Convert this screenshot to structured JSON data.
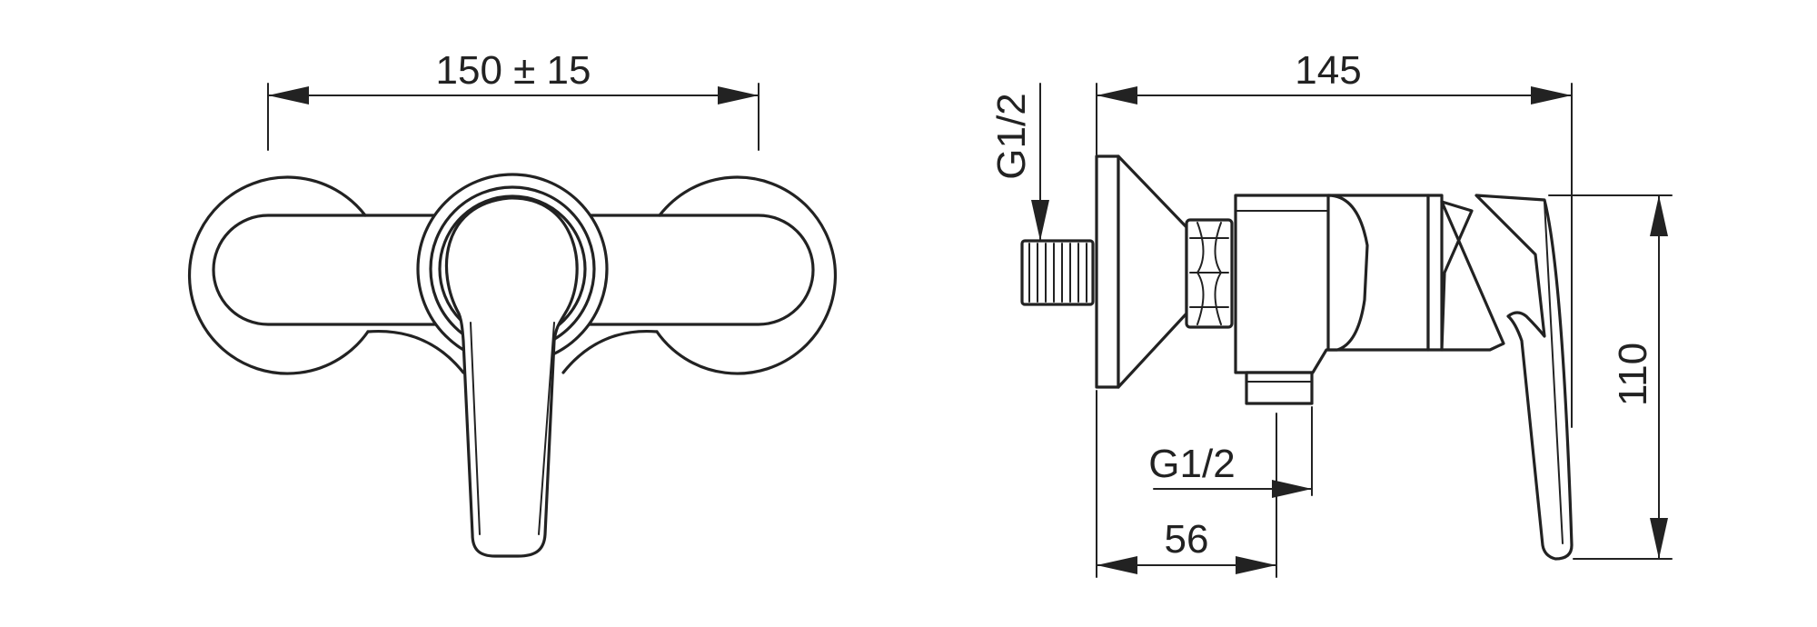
{
  "dimensions": {
    "front_width": "150 ± 15",
    "side_depth": "145",
    "inlet_thread": "G1/2",
    "outlet_thread": "G1/2",
    "outlet_offset": "56",
    "height": "110"
  }
}
